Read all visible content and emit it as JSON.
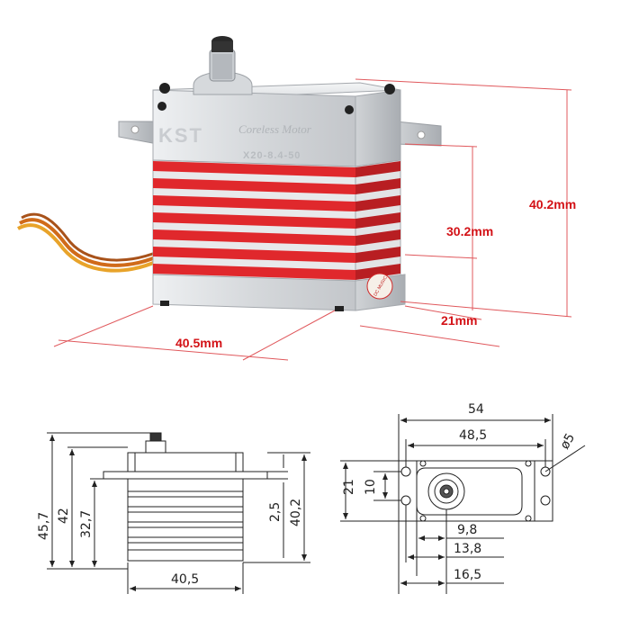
{
  "product": {
    "brand": "KST",
    "tagline": "Coreless Motor",
    "model": "X20-8.4-50",
    "seal_text": "DC MUSIC"
  },
  "photo_dims": {
    "height_total": "40.2mm",
    "height_body": "30.2mm",
    "depth": "21mm",
    "length": "40.5mm"
  },
  "side_drawing": {
    "h_total": "45,7",
    "h_mount_top": "42",
    "h_below_ear": "32,7",
    "ear_thickness": "2,5",
    "h_body": "40,2",
    "width": "40,5"
  },
  "top_drawing": {
    "overall_len": "54",
    "hole_spacing": "48,5",
    "hole_dia": "ø5",
    "width": "21",
    "hole_pitch": "10",
    "shaft_offset_1": "9,8",
    "shaft_offset_2": "13,8",
    "shaft_offset_3": "16,5"
  },
  "colors": {
    "dim_red": "#d31116",
    "fin_red": "#e0282c",
    "aluminum": "#d8dadd",
    "line": "#222222"
  }
}
